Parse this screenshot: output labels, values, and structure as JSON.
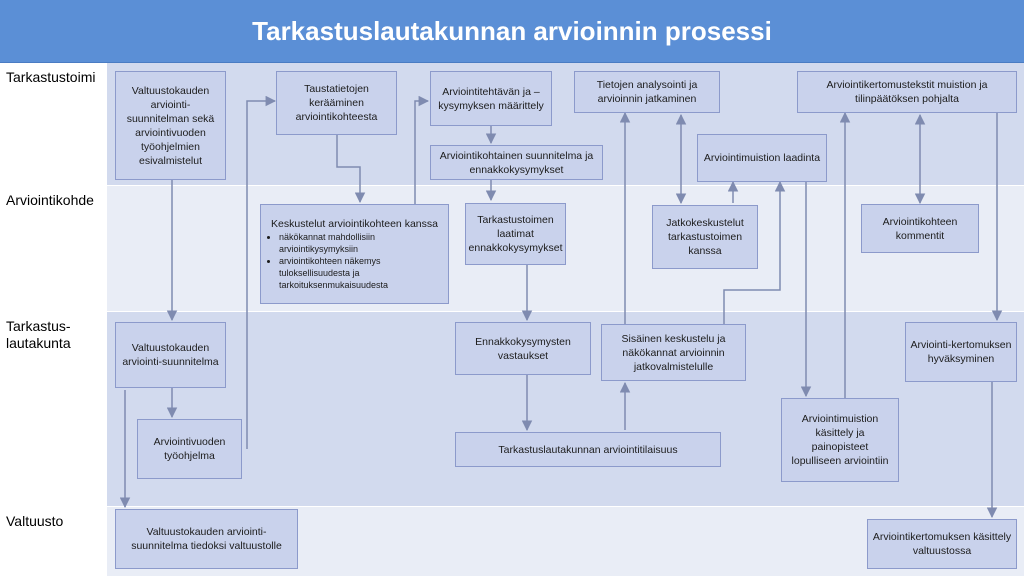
{
  "title": "Tarkastuslautakunnan arvioinnin prosessi",
  "lanes": [
    {
      "label": "Tarkastustoimi"
    },
    {
      "label": "Arviointikohde"
    },
    {
      "label": "Tarkastus-\nlautakunta"
    },
    {
      "label": "Valtuusto"
    }
  ],
  "boxes": {
    "valtuustokauden_arviointi_valmistelu": "Valtuustokauden arviointi-suunnitelman sekä arviointivuoden työohjelmien esivalmistelut",
    "taustatietojen_keraaminen": "Taustatietojen kerääminen arviointikohteesta",
    "arviointitehtavan_maarittely": "Arviointitehtävän ja –kysymyksen määrittely",
    "arviointikohtainen_suunnitelma": "Arviointikohtainen suunnitelma ja ennakkokysymykset",
    "tietojen_analysointi": "Tietojen analysointi ja arvioinnin jatkaminen",
    "arviointikertomustekstit": "Arviointikertomustekstit muistion ja tilinpäätöksen pohjalta",
    "arviointimuistion_laadinta": "Arviointimuistion laadinta",
    "keskustelut_title": "Keskustelut arviointikohteen kanssa",
    "keskustelut_bullets": [
      "näkökannat mahdollisiin arviointikysymyksiin",
      "arviointikohteen näkemys tuloksellisuudesta ja tarkoituksenmukaisuudesta"
    ],
    "tarkastustoimen_ennakkokysymykset": "Tarkastustoimen laatimat ennakkokysymykset",
    "jatkokeskustelut": "Jatkokeskustelut tarkastustoimen kanssa",
    "arviointikohteen_kommentit": "Arviointikohteen kommentit",
    "valtuustokauden_arviointisuunnitelma": "Valtuustokauden arviointi-suunnitelma",
    "arviointivuoden_tyoohjelma": "Arviointivuoden työohjelma",
    "ennakkokysymysten_vastaukset": "Ennakkokysymysten vastaukset",
    "sisainen_keskustelu": "Sisäinen keskustelu ja näkökannat arvioinnin jatkovalmistelulle",
    "arviointitilaisuus": "Tarkastuslautakunnan arviointitilaisuus",
    "arviointimuistion_kasittely": "Arviointimuistion käsittely ja painopisteet lopulliseen arviointiin",
    "arviointikertomuksen_hyvaksyminen": "Arviointi-kertomuksen hyväksyminen",
    "tiedoksi_valtuustolle": "Valtuustokauden arviointi-suunnitelma tiedoksi valtuustolle",
    "kasittely_valtuustossa": "Arviointikertomuksen käsittely valtuustossa"
  },
  "colors": {
    "title_bg": "#5b8fd6",
    "lane_light": "#e9edf6",
    "lane_dark": "#d2daee",
    "box_fill": "#c9d2ec",
    "box_border": "#8c9acb",
    "arrow": "#7f8bb0"
  }
}
